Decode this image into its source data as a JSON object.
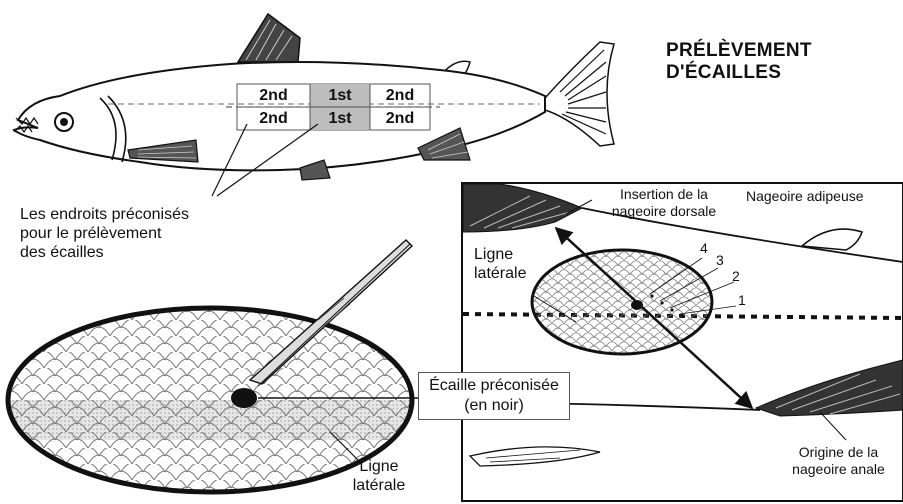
{
  "title": {
    "line1": "PRÉLÈVEMENT",
    "line2": "D'ÉCAILLES"
  },
  "sampling_grid": {
    "upper": [
      "2nd",
      "1st",
      "2nd"
    ],
    "lower": [
      "2nd",
      "1st",
      "2nd"
    ]
  },
  "recommended_zones_caption": [
    "Les endroits préconisés",
    "pour le prélèvement",
    "des écailles"
  ],
  "scale_callout": {
    "line1": "Écaille préconisée",
    "line2": "(en noir)"
  },
  "lateral_line_left": {
    "line1": "Ligne",
    "line2": "latérale"
  },
  "inset": {
    "dorsal_label": {
      "line1": "Insertion de la",
      "line2": "nageoire dorsale"
    },
    "adipose_label": "Nageoire adipeuse",
    "lateral_line_label": {
      "line1": "Ligne",
      "line2": "latérale"
    },
    "anal_label": {
      "line1": "Origine de la",
      "line2": "nageoire anale"
    },
    "scale_rows": [
      "4",
      "3",
      "2",
      "1"
    ]
  }
}
